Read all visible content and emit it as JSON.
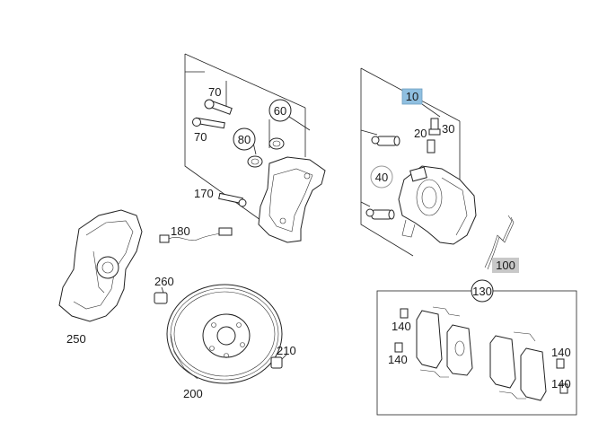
{
  "callouts": {
    "p70a": "70",
    "p70b": "70",
    "p60": "60",
    "p80": "80",
    "p10": "10",
    "p20": "20",
    "p30": "30",
    "p40": "40",
    "p170": "170",
    "p180": "180",
    "p100": "100",
    "p130": "130",
    "p260": "260",
    "p250": "250",
    "p140a": "140",
    "p140b": "140",
    "p140c": "140",
    "p140d": "140",
    "p210": "210",
    "p200": "200"
  },
  "colors": {
    "highlight_blue": "#8fbfe0",
    "highlight_grey": "#c8c8c8",
    "line": "#222222"
  }
}
